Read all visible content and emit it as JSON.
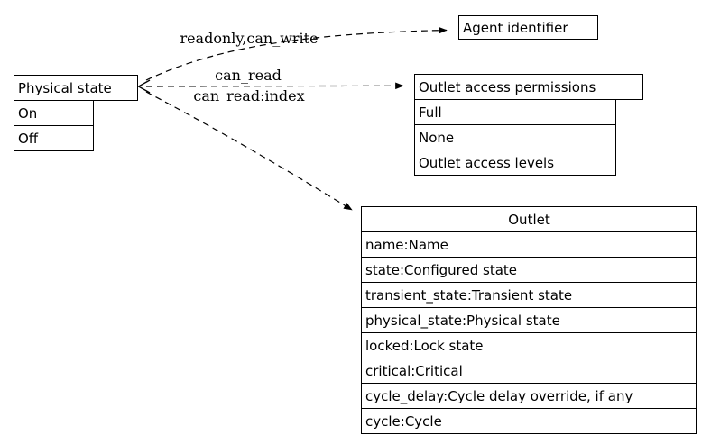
{
  "diagram": {
    "background_color": "#ffffff",
    "line_color": "#000000",
    "text_color": "#000000"
  },
  "nodes": {
    "physical_state": {
      "title": "Physical state",
      "rows": [
        "On",
        "Off"
      ]
    },
    "agent_identifier": {
      "title": "Agent identifier"
    },
    "outlet_access_permissions": {
      "title": "Outlet access permissions",
      "rows": [
        "Full",
        "None",
        "Outlet access levels"
      ]
    },
    "outlet": {
      "title": "Outlet",
      "rows": [
        "name:Name",
        "state:Configured state",
        "transient_state:Transient state",
        "physical_state:Physical state",
        "locked:Lock state",
        "critical:Critical",
        "cycle_delay:Cycle delay override, if any",
        "cycle:Cycle"
      ]
    }
  },
  "edges": [
    {
      "label": "readonly,can_write",
      "from": "physical_state",
      "to": "agent_identifier"
    },
    {
      "label": "can_read",
      "from": "physical_state",
      "to": "outlet_access_permissions"
    },
    {
      "label": "can_read:index",
      "from": "physical_state",
      "to": "outlet"
    }
  ]
}
